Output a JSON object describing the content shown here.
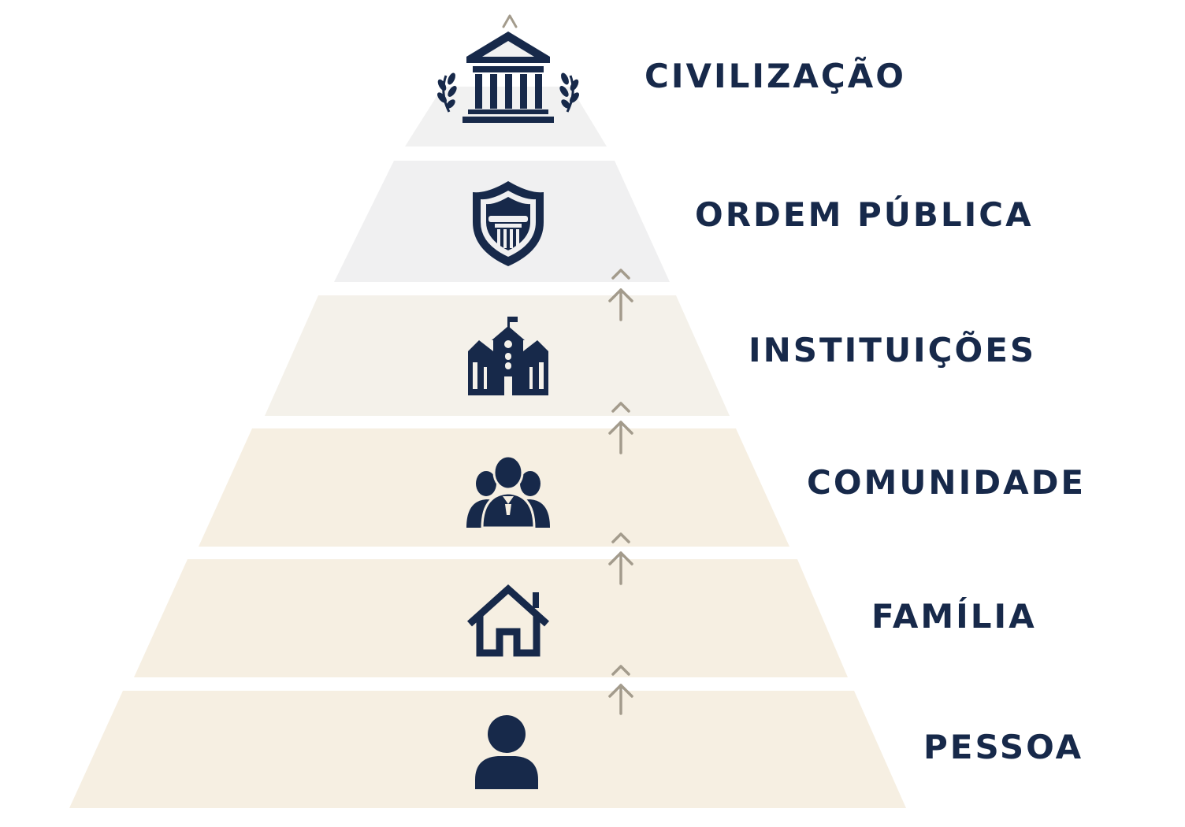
{
  "colors": {
    "icon": "#17294a",
    "label": "#17294a",
    "arrow": "#a39b8c"
  },
  "tiers": [
    {
      "label": "CIVILIZAÇÃO",
      "icon": "classical-temple-icon",
      "fill": "#f1f1f1"
    },
    {
      "label": "ORDEM PÚBLICA",
      "icon": "shield-column-icon",
      "fill": "#f0f0f1"
    },
    {
      "label": "INSTITUIÇÕES",
      "icon": "school-building-icon",
      "fill": "#f4f1ea"
    },
    {
      "label": "COMUNIDADE",
      "icon": "group-people-icon",
      "fill": "#f6efe2"
    },
    {
      "label": "FAMÍLIA",
      "icon": "house-icon",
      "fill": "#f6efe2"
    },
    {
      "label": "PESSOA",
      "icon": "person-icon",
      "fill": "#f6efe2"
    }
  ]
}
